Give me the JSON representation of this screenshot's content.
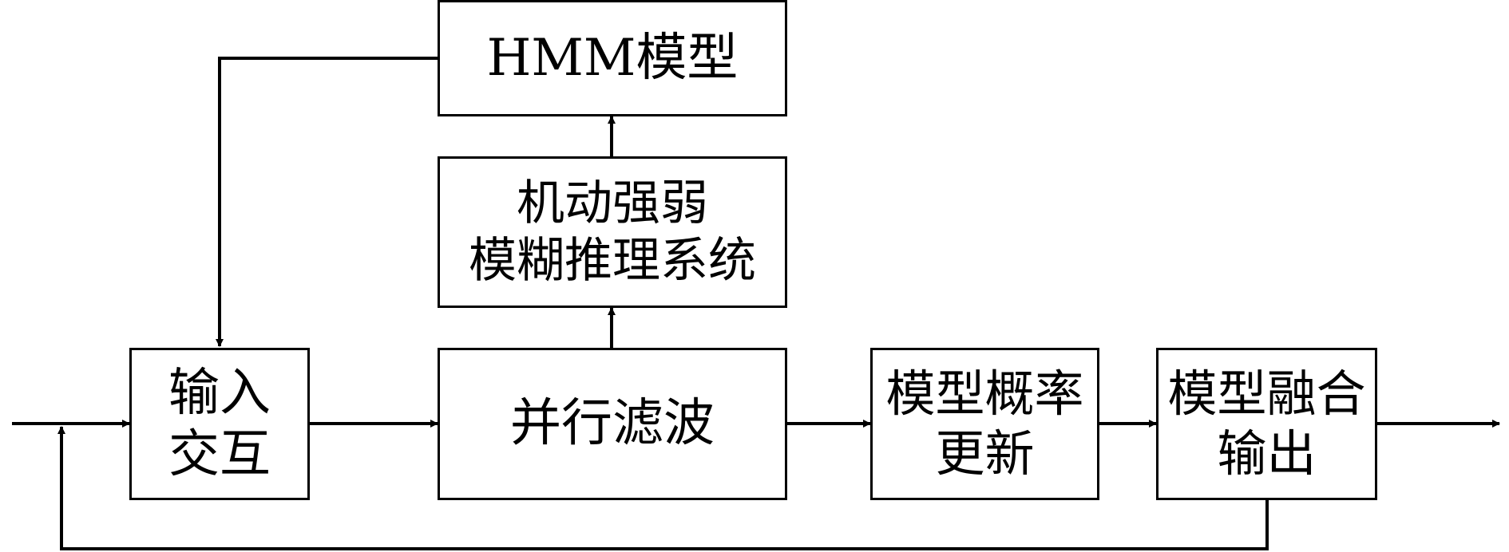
{
  "colors": {
    "stroke": "#000000",
    "background": "#ffffff"
  },
  "blocks": {
    "hmm": {
      "label": "HMM模型"
    },
    "fuzzy": {
      "line1": "机动强弱",
      "line2": "模糊推理系统"
    },
    "input": {
      "line1": "输入",
      "line2": "交互"
    },
    "filter": {
      "label": "并行滤波"
    },
    "update": {
      "line1": "模型概率",
      "line2": "更新"
    },
    "fusion": {
      "line1": "模型融合",
      "line2": "输出"
    }
  },
  "connections": [
    {
      "from": "external-input",
      "to": "input"
    },
    {
      "from": "input",
      "to": "filter"
    },
    {
      "from": "filter",
      "to": "fuzzy"
    },
    {
      "from": "fuzzy",
      "to": "hmm"
    },
    {
      "from": "hmm",
      "to": "input"
    },
    {
      "from": "filter",
      "to": "update"
    },
    {
      "from": "update",
      "to": "fusion"
    },
    {
      "from": "fusion",
      "to": "external-output"
    },
    {
      "from": "fusion",
      "to": "input-junction"
    }
  ]
}
